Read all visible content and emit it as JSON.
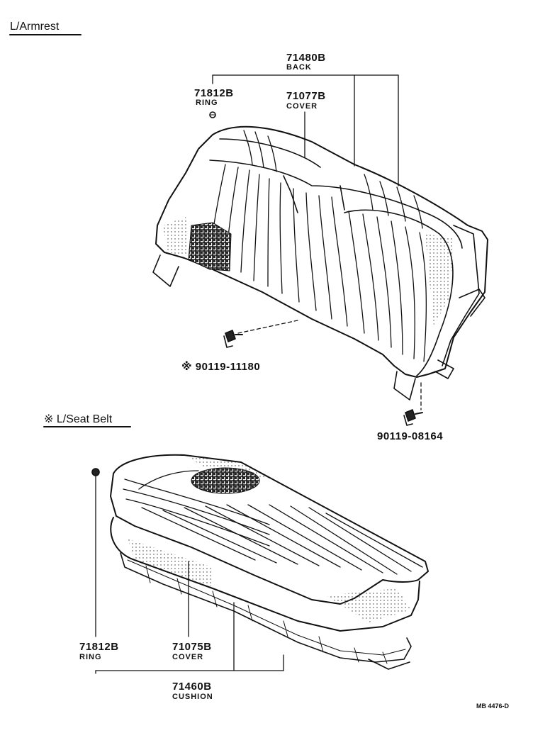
{
  "sections": {
    "armrest": "L/Armrest",
    "seat_belt_mark": "※",
    "seat_belt": "L/Seat Belt"
  },
  "parts": {
    "back_num": "71480B",
    "back_name": "BACK",
    "ring_top_num": "71812B",
    "ring_top_name": "RING",
    "back_cover_num": "71077B",
    "back_cover_name": "COVER",
    "bolt_left": "※ 90119-11180",
    "bolt_right": "90119-08164",
    "ring_bottom_num": "71812B",
    "ring_bottom_name": "RING",
    "cushion_cover_num": "71075B",
    "cushion_cover_name": "COVER",
    "cushion_num": "71460B",
    "cushion_name": "CUSHION"
  },
  "reference": "MB 4476-D"
}
